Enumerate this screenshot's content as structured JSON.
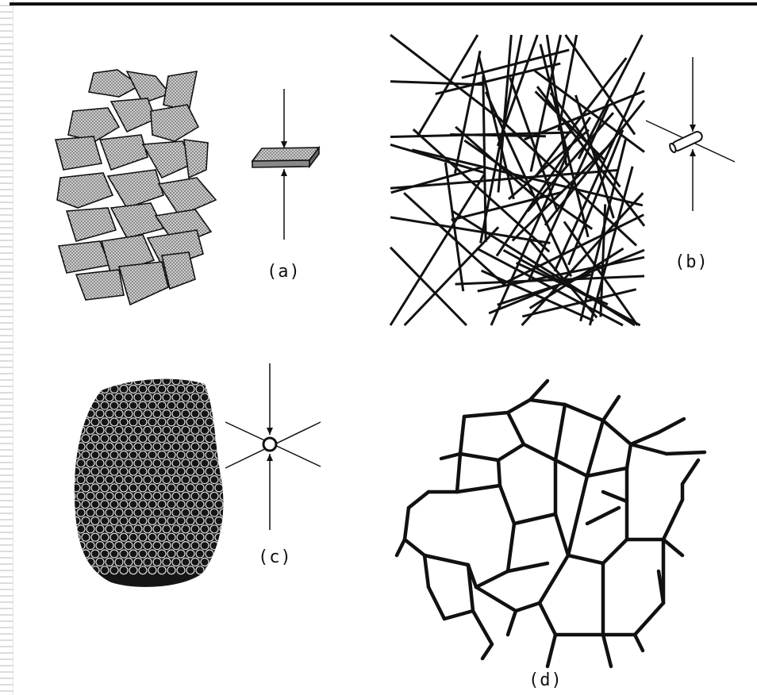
{
  "panels": [
    {
      "id": "a",
      "label": "(a)"
    },
    {
      "id": "b",
      "label": "(b)"
    },
    {
      "id": "c",
      "label": "(c)"
    },
    {
      "id": "d",
      "label": "(d)"
    }
  ],
  "colors": {
    "ink": "#111111",
    "plate_fill": "#c8c8c8",
    "paper": "#ffffff"
  }
}
